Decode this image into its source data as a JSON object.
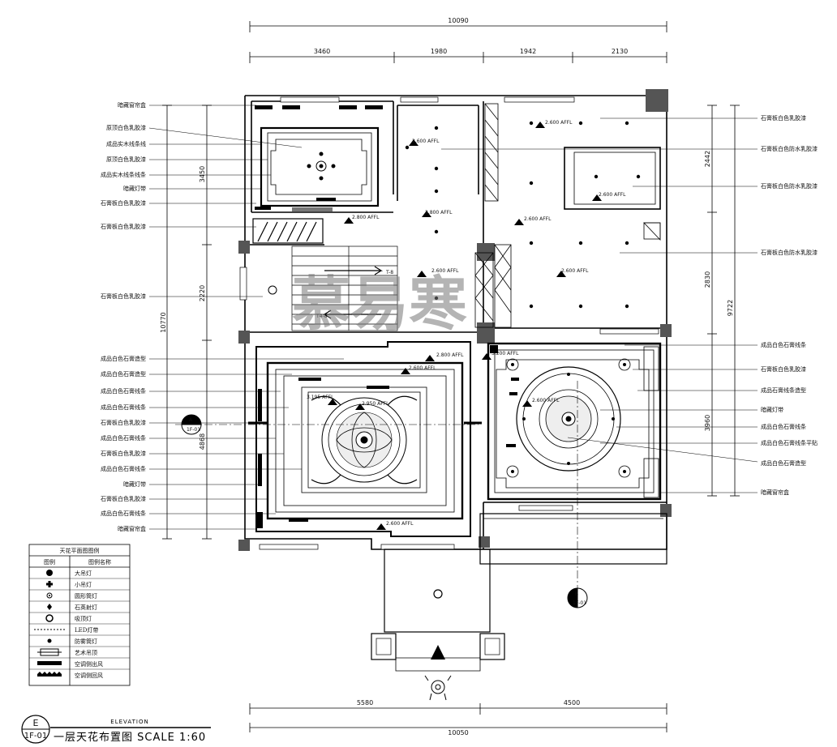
{
  "dimensions": {
    "top_total": "10090",
    "top_segments": [
      "3460",
      "1980",
      "1942",
      "2130"
    ],
    "bottom_segments": [
      "5580",
      "4500"
    ],
    "bottom_total": "10050",
    "left_total": "10770",
    "left_segments": [
      "3450",
      "2220",
      "4868"
    ],
    "right_total": "9722",
    "right_segments": [
      "2442",
      "2830",
      "3960"
    ]
  },
  "left_notes": [
    "暗藏窗帘盒",
    "原顶白色乳胶漆",
    "成品实木线条线",
    "原顶白色乳胶漆",
    "成品实木线条线条",
    "暗藏灯带",
    "石膏板白色乳胶漆",
    "石膏板白色乳胶漆",
    "石膏板白色乳胶漆",
    "成品白色石膏造型",
    "成品白色石膏造型",
    "成品白色石膏线条",
    "成品白色石膏线条",
    "石膏板白色乳胶漆",
    "成品白色石膏线条",
    "石膏板白色乳胶漆",
    "成品白色石膏线条",
    "暗藏灯带",
    "石膏板白色乳胶漆",
    "成品白色石膏线条",
    "暗藏窗帘盒"
  ],
  "right_notes": [
    "石膏板白色乳胶漆",
    "石膏板白色防水乳胶漆",
    "石膏板白色防水乳胶漆",
    "石膏板白色防水乳胶漆",
    "成品白色石膏线条",
    "石膏板白色乳胶漆",
    "成品石膏线条造型",
    "暗藏灯带",
    "成品白色石膏线条",
    "成品白色石膏线条平贴",
    "成品白色石膏造型",
    "暗藏窗帘盒"
  ],
  "levels": [
    "2.600 AFFL",
    "2.600 AFFL",
    "2.600 AFFL",
    "2.600 AFFL",
    "2.800 AFFL",
    "2.800 AFFL",
    "2.600 AFFL",
    "2.600 AFFL",
    "2.800 AFFL",
    "2.600 AFFL",
    "3.195 AFFL",
    "2.950 AFFL",
    "2.600 AFFL",
    "3.200 AFFL",
    "2.600 AFFL"
  ],
  "stair_labels": [
    "T-8",
    "T4-8"
  ],
  "watermark": "慕易寒",
  "legend": {
    "title": "天花平面图图例",
    "col_symbol": "图例",
    "col_name": "图例名称",
    "items": [
      {
        "icon": "chandelier-icon",
        "name": "大吊灯"
      },
      {
        "icon": "pendant-icon",
        "name": "小吊灯"
      },
      {
        "icon": "downlight-icon",
        "name": "圆形筒灯"
      },
      {
        "icon": "spotlight-icon",
        "name": "石英射灯"
      },
      {
        "icon": "ceiling-lamp-icon",
        "name": "吸顶灯"
      },
      {
        "icon": "led-strip-icon",
        "name": "LED灯带"
      },
      {
        "icon": "fog-light-icon",
        "name": "防雾筒灯"
      },
      {
        "icon": "art-ceiling-icon",
        "name": "艺术吊顶"
      },
      {
        "icon": "ac-supply-icon",
        "name": "空调侧出风"
      },
      {
        "icon": "ac-return-icon",
        "name": "空调侧回风"
      }
    ]
  },
  "section_markers": {
    "left": {
      "top": "A",
      "bottom": "1F-01"
    },
    "right": {
      "top": "B",
      "bottom": "1F-01"
    }
  },
  "title_block": {
    "badge_top": "E",
    "badge_bottom": "1F-01",
    "subtitle": "ELEVATION",
    "title": "一层天花布置图 SCALE 1:60"
  }
}
